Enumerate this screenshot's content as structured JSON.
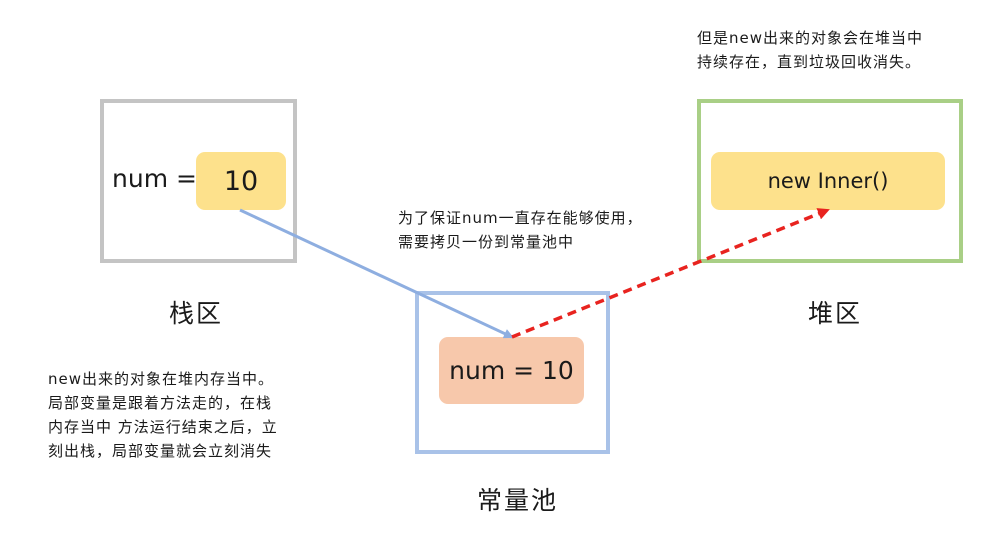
{
  "stack": {
    "title": "栈区",
    "variable_label": "num =",
    "value": "10",
    "note_lines": [
      "new出来的对象在堆内存当中。",
      "局部变量是跟着方法走的，在栈",
      "内存当中 方法运行结束之后，立",
      "刻出栈，局部变量就会立刻消失"
    ]
  },
  "heap": {
    "title": "堆区",
    "object": "new Inner()",
    "note_lines": [
      "但是new出来的对象会在堆当中",
      "持续存在，直到垃圾回收消失。"
    ]
  },
  "constant_pool": {
    "title": "常量池",
    "entry": "num = 10",
    "note_lines": [
      "为了保证num一直存在能够使用，",
      "需要拷贝一份到常量池中"
    ]
  },
  "colors": {
    "stack_border": "#c4c4c4",
    "heap_border": "#a9cf86",
    "pool_border": "#a9c2e8",
    "yellow_pill": "#fde18c",
    "orange_pill": "#f7c8ab",
    "blue_arrow": "#8eaee0",
    "red_arrow": "#e8231f"
  }
}
